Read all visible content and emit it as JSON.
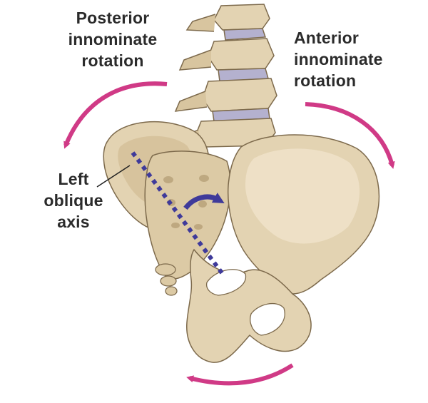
{
  "labels": {
    "posterior": [
      "Posterior",
      "innominate",
      "rotation"
    ],
    "anterior": [
      "Anterior",
      "innominate",
      "rotation"
    ],
    "axis": [
      "Left",
      "oblique",
      "axis"
    ]
  },
  "colors": {
    "bone": "#e3d3b2",
    "bone_shadow": "#c7b18a",
    "bone_outline": "#7d6a4c",
    "disc": "#b4b1cf",
    "arrow_magenta": "#d03a86",
    "axis_purple": "#3f3a9a"
  }
}
